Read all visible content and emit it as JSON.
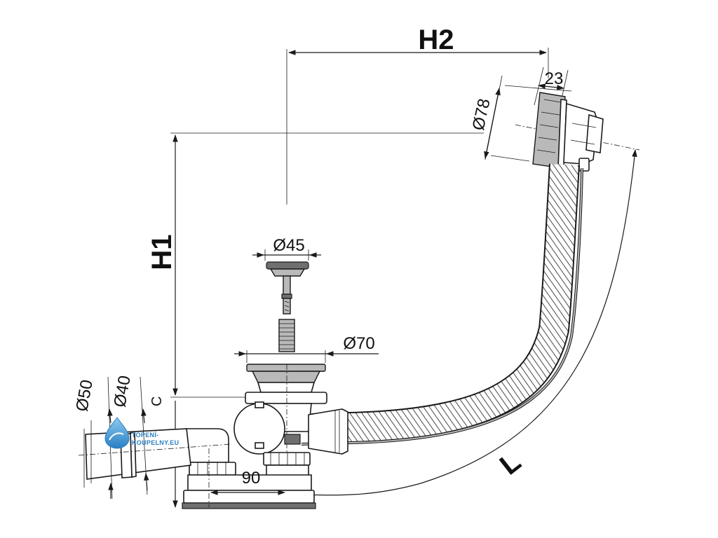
{
  "dimensions": {
    "h2": "H2",
    "h1": "H1",
    "length": "L",
    "overflow_diameter": "Ø78",
    "overflow_depth": "23",
    "plug_diameter": "Ø45",
    "waste_diameter": "Ø70",
    "outlet_outer_diameter": "Ø50",
    "outlet_inner_diameter": "Ø40",
    "base_offset": "90",
    "cut_label": "C"
  },
  "logo": {
    "line1": "TOPENÍ-",
    "line2": "KOUPELNY.EU"
  },
  "colors": {
    "line": "#1a1a1a",
    "metal": "#b9b9b9",
    "dark": "#6f6f6f",
    "logo_blue": "#2a7fc4"
  }
}
